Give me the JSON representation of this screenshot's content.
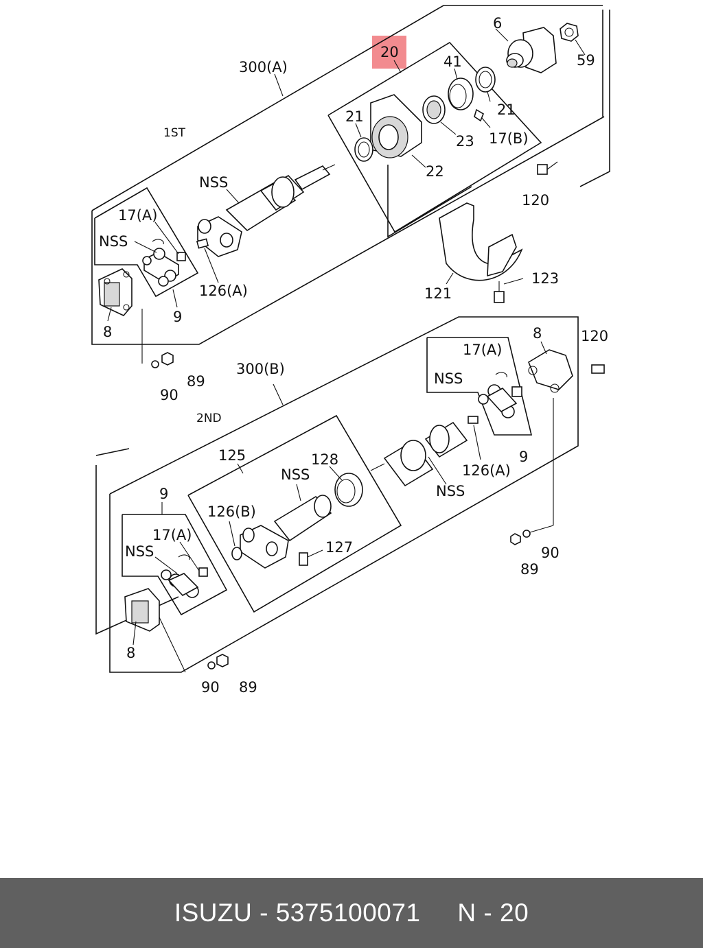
{
  "diagram": {
    "section_labels": {
      "first": "1ST",
      "second": "2ND"
    },
    "highlight_color": "#f28b8f",
    "callouts": [
      {
        "id": "c-300a",
        "text": "300(A)"
      },
      {
        "id": "c-20",
        "text": "20"
      },
      {
        "id": "c-6",
        "text": "6"
      },
      {
        "id": "c-59",
        "text": "59"
      },
      {
        "id": "c-41",
        "text": "41"
      },
      {
        "id": "c-21a",
        "text": "21"
      },
      {
        "id": "c-21b",
        "text": "21"
      },
      {
        "id": "c-23",
        "text": "23"
      },
      {
        "id": "c-17b",
        "text": "17(B)"
      },
      {
        "id": "c-22",
        "text": "22"
      },
      {
        "id": "c-nss1",
        "text": "NSS"
      },
      {
        "id": "c-17a1",
        "text": "17(A)"
      },
      {
        "id": "c-nss2",
        "text": "NSS"
      },
      {
        "id": "c-126a1",
        "text": "126(A)"
      },
      {
        "id": "c-120a",
        "text": "120"
      },
      {
        "id": "c-123",
        "text": "123"
      },
      {
        "id": "c-121",
        "text": "121"
      },
      {
        "id": "c-8a",
        "text": "8"
      },
      {
        "id": "c-9a",
        "text": "9"
      },
      {
        "id": "c-90a",
        "text": "90"
      },
      {
        "id": "c-89a",
        "text": "89"
      },
      {
        "id": "c-300b",
        "text": "300(B)"
      },
      {
        "id": "c-8b",
        "text": "8"
      },
      {
        "id": "c-120b",
        "text": "120"
      },
      {
        "id": "c-17a2",
        "text": "17(A)"
      },
      {
        "id": "c-nss3",
        "text": "NSS"
      },
      {
        "id": "c-125",
        "text": "125"
      },
      {
        "id": "c-128",
        "text": "128"
      },
      {
        "id": "c-nss4",
        "text": "NSS"
      },
      {
        "id": "c-9b",
        "text": "9"
      },
      {
        "id": "c-126a2",
        "text": "126(A)"
      },
      {
        "id": "c-nss5",
        "text": "NSS"
      },
      {
        "id": "c-9c",
        "text": "9"
      },
      {
        "id": "c-126b",
        "text": "126(B)"
      },
      {
        "id": "c-17a3",
        "text": "17(A)"
      },
      {
        "id": "c-nss6",
        "text": "NSS"
      },
      {
        "id": "c-127",
        "text": "127"
      },
      {
        "id": "c-90b",
        "text": "90"
      },
      {
        "id": "c-89b",
        "text": "89"
      },
      {
        "id": "c-8c",
        "text": "8"
      },
      {
        "id": "c-90c",
        "text": "90"
      },
      {
        "id": "c-89c",
        "text": "89"
      }
    ]
  },
  "footer": {
    "text": "ISUZU - 5375100071     N - 20",
    "background": "#606060",
    "color": "#ffffff"
  }
}
